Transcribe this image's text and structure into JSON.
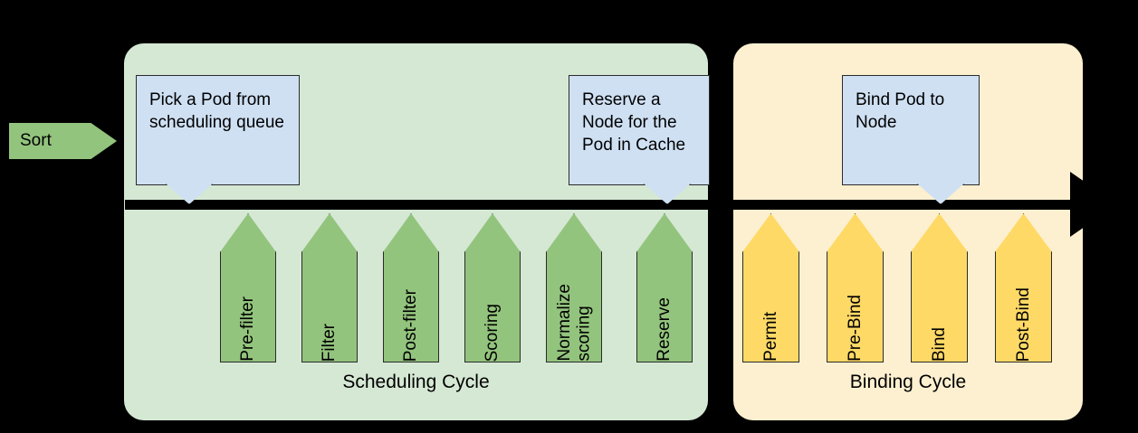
{
  "entry": {
    "label": "Sort",
    "color": "#93c47d"
  },
  "cycles": [
    {
      "id": "scheduling",
      "label": "Scheduling Cycle",
      "background": "#d5e8d4",
      "stage_color": "#93c47d",
      "stages": [
        {
          "label": "Pre-filter"
        },
        {
          "label": "Filter"
        },
        {
          "label": "Post-filter"
        },
        {
          "label": "Scoring"
        },
        {
          "label": "Normalize\nscoring"
        },
        {
          "label": "Reserve"
        }
      ]
    },
    {
      "id": "binding",
      "label": "Binding Cycle",
      "background": "#fdf0d0",
      "stage_color": "#ffd966",
      "stages": [
        {
          "label": "Permit"
        },
        {
          "label": "Pre-Bind"
        },
        {
          "label": "Bind"
        },
        {
          "label": "Post-Bind"
        }
      ]
    }
  ],
  "callouts": [
    {
      "id": "pick",
      "text": "Pick a Pod from scheduling queue"
    },
    {
      "id": "reserve",
      "text": "Reserve a Node for the Pod in Cache"
    },
    {
      "id": "bind",
      "text": "Bind Pod to Node"
    }
  ],
  "colors": {
    "callout_fill": "#cfe0f3",
    "timeline": "#000000",
    "stroke": "#2b2b2b"
  }
}
